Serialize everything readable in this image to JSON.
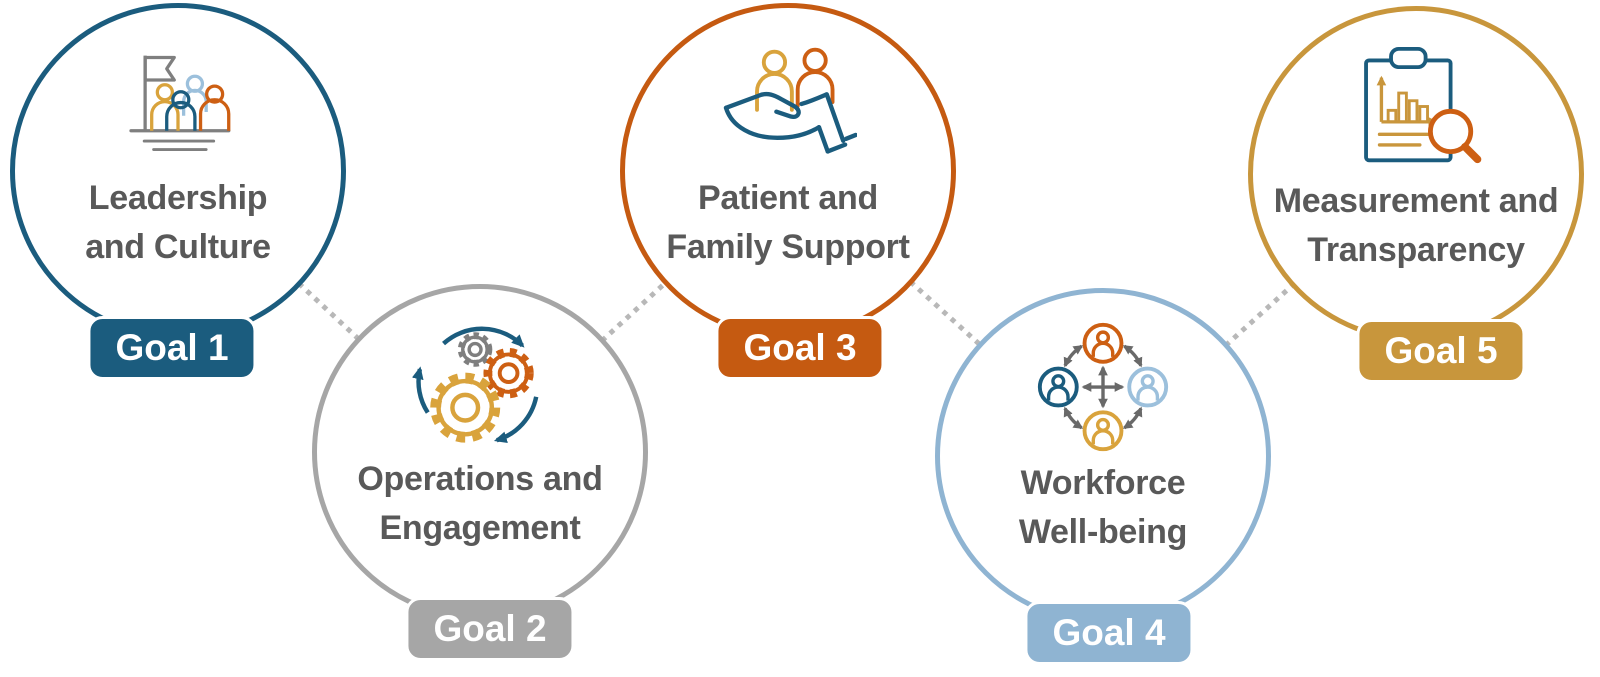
{
  "diagram": {
    "type": "five-goal-process-diagram",
    "connector_style": "dotted",
    "connector_color": "#b8b8b8",
    "label_color": "#595959",
    "badge_text_color": "#ffffff",
    "background_color": "#ffffff",
    "goals": [
      {
        "badge": "Goal 1",
        "label_line1": "Leadership",
        "label_line2": "and Culture",
        "color": "#1b5c7e",
        "icon": "flag-with-team-icon"
      },
      {
        "badge": "Goal 2",
        "label_line1": "Operations and",
        "label_line2": "Engagement",
        "color": "#a6a6a6",
        "icon": "gears-cycle-icon"
      },
      {
        "badge": "Goal 3",
        "label_line1": "Patient and",
        "label_line2": "Family Support",
        "color": "#c55a11",
        "icon": "hand-holding-people-icon"
      },
      {
        "badge": "Goal 4",
        "label_line1": "Workforce",
        "label_line2": "Well-being",
        "color": "#8fb4d2",
        "icon": "people-network-icon"
      },
      {
        "badge": "Goal 5",
        "label_line1": "Measurement and",
        "label_line2": "Transparency",
        "color": "#c8963c",
        "icon": "clipboard-chart-magnifier-icon"
      }
    ],
    "icon_palette": {
      "dark_blue": "#1b5c7e",
      "orange": "#cd5f13",
      "gold": "#d9a33c",
      "light_blue": "#9cc0dc",
      "gray": "#7f7f7f",
      "arrow_gray": "#696969"
    }
  }
}
